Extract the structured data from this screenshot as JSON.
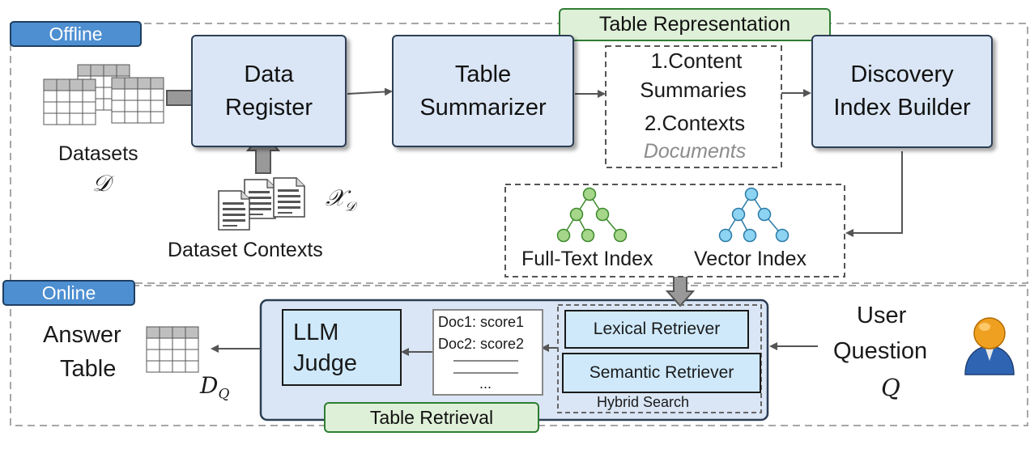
{
  "offline": {
    "label": "Offline",
    "datasets_label": "Datasets",
    "datasets_symbol": "𝒟",
    "contexts_symbol": "𝒳",
    "contexts_symbol_sub": "𝒟",
    "contexts_label": "Dataset Contexts",
    "data_register": [
      "Data",
      "Register"
    ],
    "table_summarizer": [
      "Table",
      "Summarizer"
    ],
    "table_representation": "Table Representation",
    "representation_items": [
      "1.Content",
      "Summaries",
      "2.Contexts"
    ],
    "documents_label": "Documents",
    "index_builder": [
      "Discovery",
      "Index Builder"
    ],
    "fulltext_index_label": "Full-Text Index",
    "vector_index_label": "Vector Index"
  },
  "online": {
    "label": "Online",
    "answer_table_label": [
      "Answer",
      "Table"
    ],
    "answer_symbol": "D",
    "answer_symbol_sub": "Q",
    "llm_judge": [
      "LLM",
      "Judge"
    ],
    "doc_scores": [
      "Doc1: score1",
      "Doc2: score2"
    ],
    "doc_more": "...",
    "lexical_retriever": "Lexical Retriever",
    "semantic_retriever": "Semantic Retriever",
    "hybrid_search_label": "Hybrid Search",
    "table_retrieval": "Table Retrieval",
    "user_question_label": [
      "User",
      "Question"
    ],
    "question_symbol": "Q"
  },
  "colors": {
    "process_fill": "#dae6f5",
    "tag_blue": "#4d8fd1",
    "tag_green": "#dff0d8",
    "tree_green": "#a5d68a",
    "tree_blue": "#8dd3f2",
    "user_head": "#f0a020",
    "user_body": "#2f64b3"
  }
}
